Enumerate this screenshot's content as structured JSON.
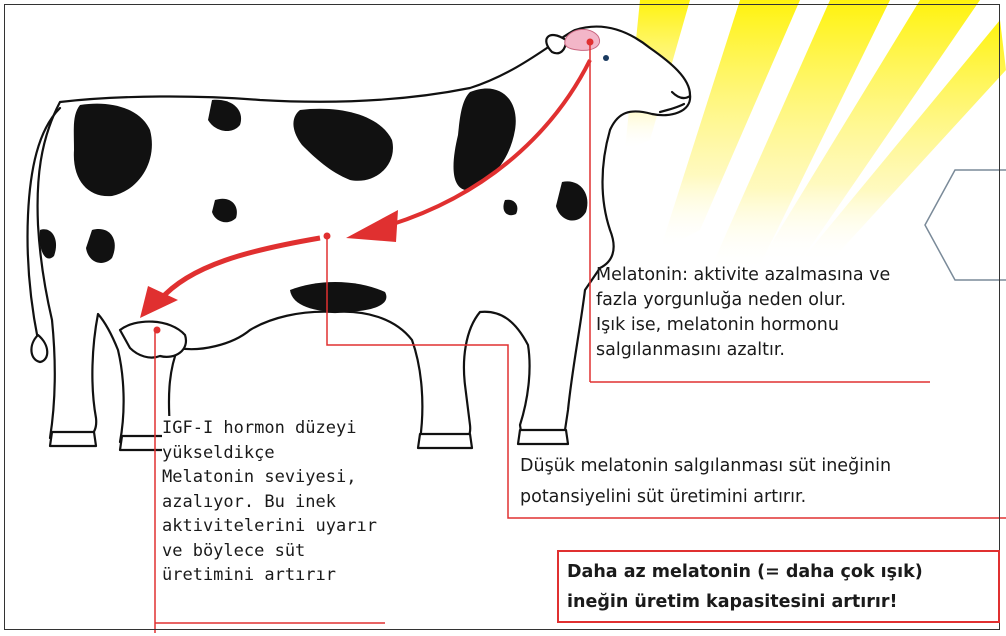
{
  "callouts": {
    "melatonin": [
      "Melatonin: aktivite azalmasına ve",
      "fazla yorgunluğa neden olur.",
      "Işık ise, melatonin hormonu",
      "salgılanmasını azaltır."
    ],
    "igf": [
      "IGF-I hormon düzeyi",
      "yükseldikçe",
      "Melatonin seviyesi,",
      "azalıyor. Bu inek",
      "aktivitelerini uyarır",
      "ve böylece süt",
      "üretimini artırır"
    ],
    "low_melatonin": [
      "Düşük melatonin salgılanması süt ineğinin",
      "potansiyelini süt üretimini artırır."
    ]
  },
  "summary": [
    "Daha az melatonin (= daha çok ışık)",
    "ineğin üretim kapasitesini artırır!"
  ],
  "colors": {
    "accent_red": "#e03030",
    "sun_ray_yellow": "#fff200",
    "cow_spot": "#111111",
    "brain_pink": "#f3b6c8"
  }
}
